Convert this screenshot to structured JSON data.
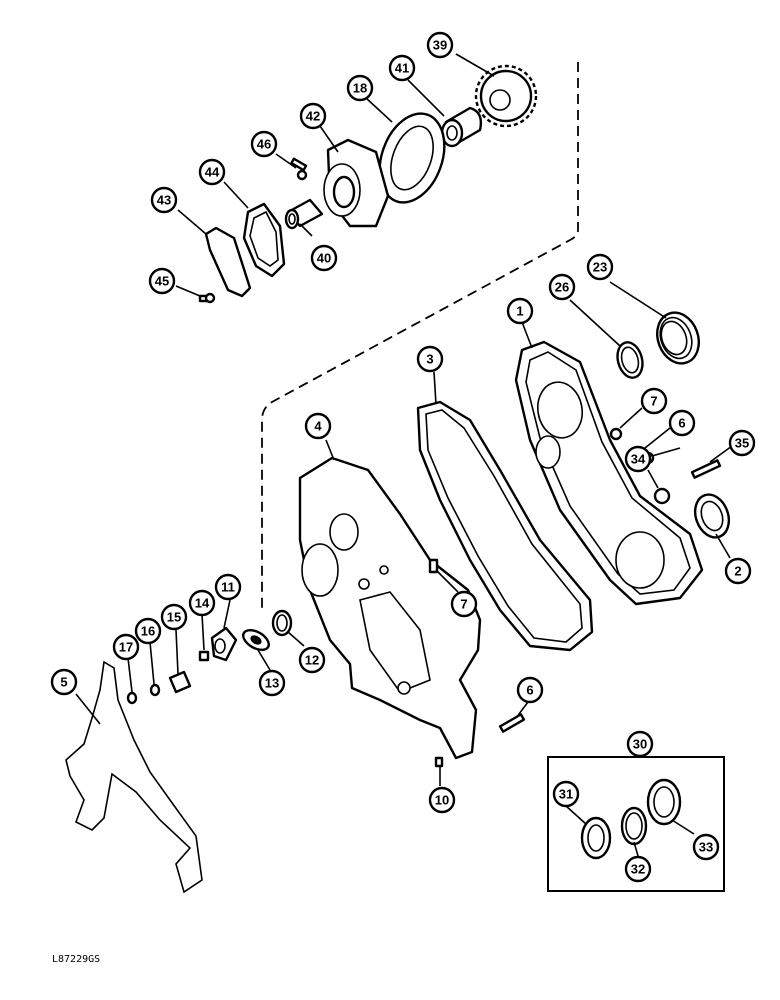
{
  "figure_ref": "L87229GS",
  "kit_callout": "30",
  "callouts": [
    "39",
    "41",
    "18",
    "42",
    "46",
    "44",
    "43",
    "40",
    "45",
    "23",
    "26",
    "1",
    "3",
    "7",
    "6",
    "35",
    "34",
    "4",
    "2",
    "11",
    "14",
    "15",
    "16",
    "17",
    "7",
    "12",
    "13",
    "5",
    "6",
    "10",
    "31",
    "32",
    "33"
  ]
}
